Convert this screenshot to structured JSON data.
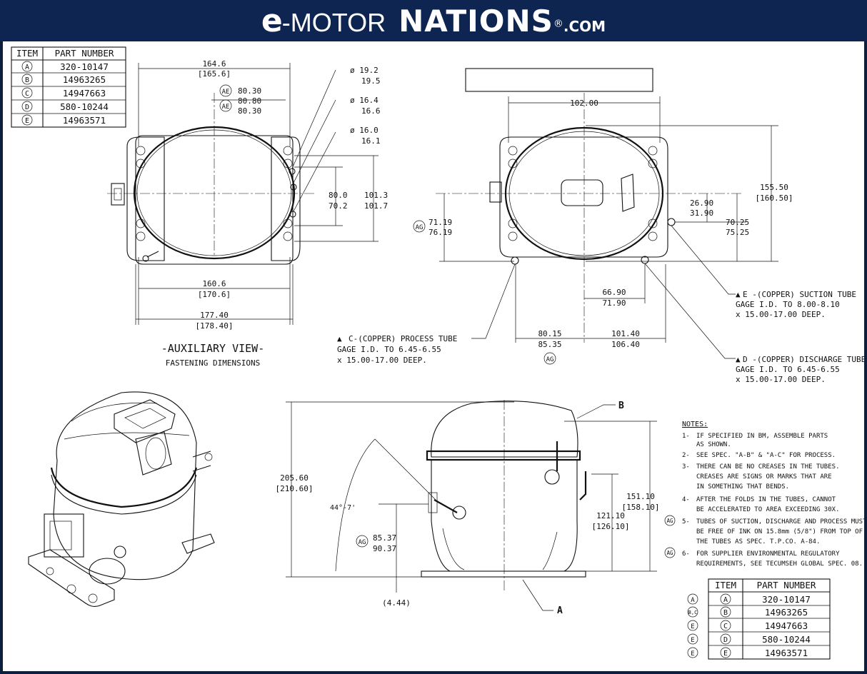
{
  "brand": {
    "e": "e",
    "motor": "-MOTOR",
    "nations": "NATIONS",
    "reg": "®",
    "com": ".COM"
  },
  "table_header": {
    "item": "ITEM",
    "part": "PART NUMBER"
  },
  "parts": [
    {
      "item": "A",
      "part": "320-10147"
    },
    {
      "item": "B",
      "part": "14963265"
    },
    {
      "item": "C",
      "part": "14947663"
    },
    {
      "item": "D",
      "part": "580-10244"
    },
    {
      "item": "E",
      "part": "14963571"
    }
  ],
  "bottom_table_marks": [
    "A",
    "B,C",
    "E",
    "E",
    "E"
  ],
  "aux_view": {
    "top_width": [
      "164.6",
      "[165.6]"
    ],
    "ae_dims": [
      "80.30",
      "80.80",
      "80.30"
    ],
    "ae_tag": "AE",
    "tube_dias": [
      "ø 19.2",
      "19.5",
      "ø 16.4",
      "16.6",
      "ø 16.0",
      "16.1"
    ],
    "right_dims_a": [
      "80.0",
      "70.2"
    ],
    "right_dims_b": [
      "101.3",
      "101.7"
    ],
    "bottom_width": [
      "160.6",
      "[170.6]"
    ],
    "overall_width": [
      "177.40",
      "[178.40]"
    ],
    "title": "-AUXILIARY VIEW-",
    "subtitle": "FASTENING DIMENSIONS"
  },
  "top_view": {
    "width": "102.00",
    "height": [
      "155.50",
      "[160.50]"
    ],
    "left_dims": [
      "71.19",
      "76.19"
    ],
    "ag_tag": "AG",
    "mid_dims": [
      "26.90",
      "31.90"
    ],
    "right_dims": [
      "70.25",
      "75.25"
    ],
    "lower_dims": [
      "66.90",
      "71.90"
    ],
    "bottom_left": [
      "80.15",
      "85.35"
    ],
    "bottom_right": [
      "101.40",
      "106.40"
    ],
    "note_c": [
      "C-(COPPER) PROCESS TUBE",
      "GAGE I.D. TO 6.45-6.55",
      "x 15.00-17.00 DEEP."
    ],
    "note_e": [
      "E -(COPPER) SUCTION TUBE",
      "GAGE I.D. TO 8.00-8.10",
      "x 15.00-17.00 DEEP."
    ],
    "note_d": [
      "D -(COPPER) DISCHARGE TUBE",
      "GAGE I.D. TO 6.45-6.55",
      "x 15.00-17.00 DEEP."
    ]
  },
  "front_view": {
    "height": [
      "205.60",
      "[210.60]"
    ],
    "angle": "44°-7'",
    "tube_h": [
      "85.37",
      "90.37"
    ],
    "base": "(4.44)",
    "right_h": [
      "151.10",
      "[158.10]"
    ],
    "suction_h": [
      "121.10",
      "[126.10]"
    ],
    "label_a": "A",
    "label_b": "B"
  },
  "notes": {
    "title": "NOTES:",
    "items": [
      [
        "1-",
        "IF SPECIFIED IN BM, ASSEMBLE PARTS",
        "AS SHOWN."
      ],
      [
        "2-",
        "SEE SPEC. \"A-B\" & \"A-C\" FOR PROCESS."
      ],
      [
        "3-",
        "THERE CAN BE NO CREASES IN THE TUBES.",
        "CREASES ARE SIGNS OR MARKS THAT ARE",
        "IN SOMETHING THAT BENDS."
      ],
      [
        "4-",
        "AFTER THE FOLDS IN THE TUBES, CANNOT",
        "BE ACCELERATED TO AREA EXCEEDING 30X."
      ],
      [
        "5-",
        "TUBES OF SUCTION, DISCHARGE AND PROCESS MUST",
        "BE FREE OF INK ON 15.8mm (5/8\") FROM TOP OF",
        "THE TUBES AS SPEC. T.P.CO. A-84."
      ],
      [
        "6-",
        "FOR SUPPLIER ENVIRONMENTAL REGULATORY",
        "REQUIREMENTS, SEE TECUMSEH GLOBAL SPEC. 08."
      ]
    ]
  }
}
